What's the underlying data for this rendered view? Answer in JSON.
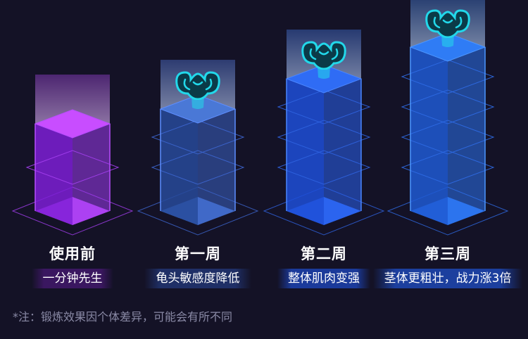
{
  "stages": [
    {
      "title": "使用前",
      "subtitle": "一分钟先生",
      "level": 1,
      "colors": {
        "front": "#7d1fd6",
        "side": "#9d3bf0",
        "top": "#c84dff",
        "edge": "#b84cff",
        "ring": "#a43ff0",
        "sub_bg": "#3a1760"
      }
    },
    {
      "title": "第一周",
      "subtitle": "龟头敏感度降低",
      "level": 2,
      "colors": {
        "front": "#274a9a",
        "side": "#3a62c4",
        "top": "#4a78d6",
        "edge": "#5d8dff",
        "ring": "#3d66d0",
        "sub_bg": "#1f2f66"
      }
    },
    {
      "title": "第二周",
      "subtitle": "整体肌肉变强",
      "level": 3,
      "colors": {
        "front": "#1d4fd8",
        "side": "#2a63f2",
        "top": "#2f6cf5",
        "edge": "#4a86ff",
        "ring": "#2f63e0",
        "sub_bg": "#1b3a9a"
      }
    },
    {
      "title": "第三周",
      "subtitle": "茎体更粗壮，战力涨3倍",
      "level": 4,
      "colors": {
        "front": "#1e5ad4",
        "side": "#2b72f0",
        "top": "#2f7cf5",
        "edge": "#4c96ff",
        "ring": "#2f6ce6",
        "sub_bg": "#1c3f9e"
      }
    }
  ],
  "muscle_icon": "flexing-muscle-icon",
  "muscle_color": "#22d8ea",
  "footnote": "*注：锻炼效果因个体差异，可能会有所不同"
}
